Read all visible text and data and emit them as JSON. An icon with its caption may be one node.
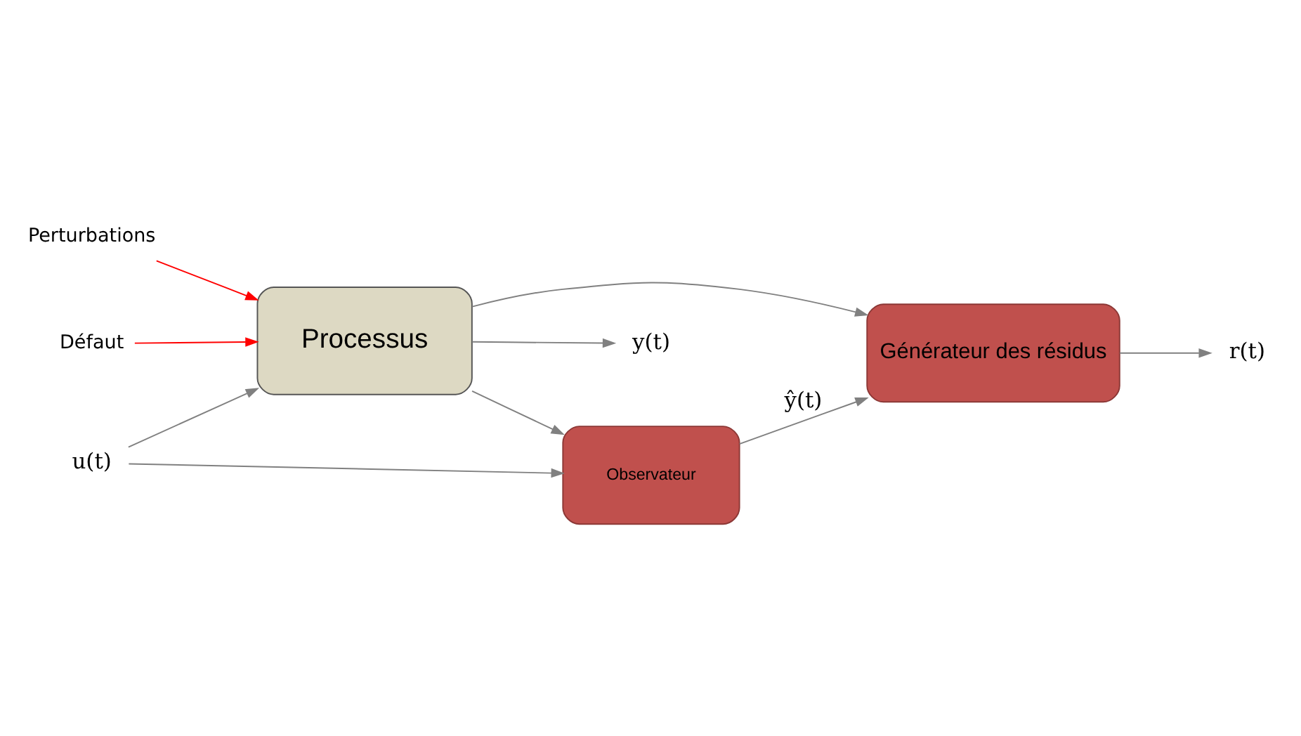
{
  "diagram": {
    "nodes": [
      {
        "text": [
          "Défaut"
        ]
      },
      {
        "text": [
          "Perturbations"
        ]
      },
      {
        "text": [
          "u(t)"
        ]
      },
      {
        "text": [
          "Processus"
        ]
      },
      {
        "text": [
          "y(t)"
        ]
      },
      {
        "text": [
          "Observateur"
        ]
      },
      {
        "text": [
          "Générateur des résidus"
        ]
      },
      {
        "text": [
          "r(t)"
        ]
      }
    ],
    "edges": [
      {
        "from": 0,
        "to": 3,
        "arrow": "to",
        "color": "#ff0000"
      },
      {
        "from": 1,
        "to": 3,
        "arrow": "to",
        "color": "#ff0000"
      },
      {
        "from": 2,
        "to": 3,
        "arrow": "to"
      },
      {
        "from": 2,
        "to": 5,
        "arrow": "to"
      },
      {
        "from": 3,
        "to": 4,
        "arrow": "to"
      },
      {
        "from": 3,
        "to": 5,
        "arrow": "to"
      },
      {
        "from": 3,
        "to": 6,
        "arrow": "to"
      },
      {
        "from": 5,
        "to": 6,
        "arrow": "to",
        "label": "ŷ(t)"
      },
      {
        "from": 6,
        "to": 7,
        "arrow": "to"
      }
    ]
  }
}
